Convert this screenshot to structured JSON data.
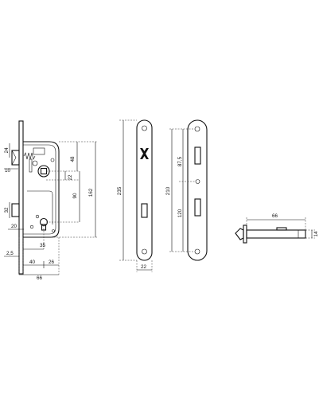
{
  "dimensions": {
    "lock_body": {
      "d24": "24",
      "d10": "10",
      "d48": "48",
      "d22": "22",
      "d90": "90",
      "d162": "162",
      "d32": "32",
      "d20": "20",
      "d35": "35",
      "d2_5": "2,5",
      "d40": "40",
      "d26": "26",
      "d66": "66"
    },
    "faceplate": {
      "d235": "235",
      "d210": "210",
      "d87_5": "87,5",
      "d120": "120",
      "d22": "22"
    },
    "latch_bolt": {
      "d66": "66",
      "d14": "14"
    }
  }
}
